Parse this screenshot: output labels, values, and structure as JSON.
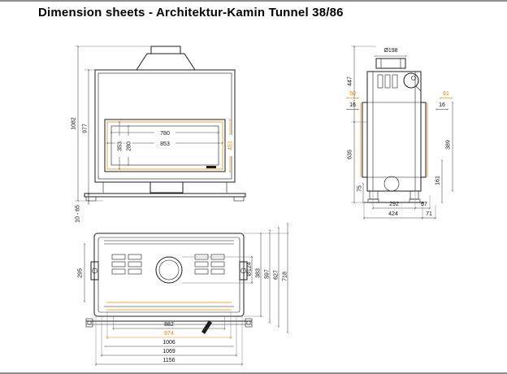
{
  "title": "Dimension sheets - Architektur-Kamin Tunnel 38/86",
  "colors": {
    "accent": "#e8820c",
    "line": "#1c1c1c"
  },
  "front_view": {
    "total_height": "1082",
    "body_height": "977",
    "base_range": "10 - 65",
    "glass_width": "780",
    "frame_width": "853",
    "opening_height_a": "353",
    "opening_height_b": "280",
    "door_height": "451"
  },
  "side_view": {
    "flue_diameter": "Ø198",
    "upper_height": "447",
    "offset_left": "60",
    "offset_left_b": "16",
    "offset_right": "61",
    "offset_right_b": "16",
    "lower_height": "635",
    "foot_height": "75",
    "door_height": "389",
    "base_height": "161",
    "depth_a": "292",
    "depth_a2": "67",
    "depth_b": "424",
    "depth_b2": "71"
  },
  "top_view": {
    "inner_depth": "295",
    "flue_diameter": "Ø124",
    "depth_a": "383",
    "depth_b": "597",
    "depth_c": "627",
    "depth_total": "718",
    "width_a": "882",
    "width_b": "974",
    "width_c": "1006",
    "width_d": "1069",
    "width_total": "1156"
  }
}
